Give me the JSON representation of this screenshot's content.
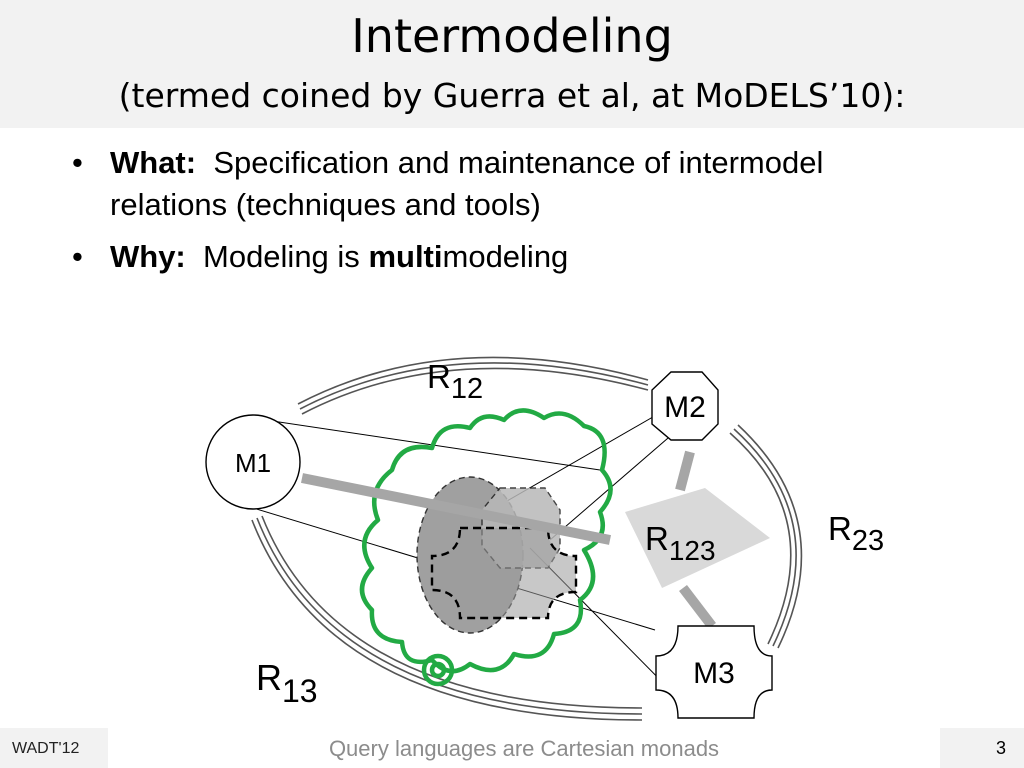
{
  "slide": {
    "title": "Intermodeling",
    "subtitle": "(termed coined by Guerra et al, at MoDELS’10):"
  },
  "bullets": [
    {
      "glyph": "•",
      "label": "What:",
      "line1": "Specification and maintenance of intermodel",
      "line2": "relations  (techniques and tools)"
    },
    {
      "glyph": "•",
      "label": "Why:",
      "text_before": "Modeling is",
      "bold_part": "multi",
      "text_after": "modeling"
    }
  ],
  "diagram": {
    "models": {
      "m1": "M1",
      "m2": "M2",
      "m3": "M3"
    },
    "relations": {
      "r12": {
        "base": "R",
        "sub": "12"
      },
      "r23": {
        "base": "R",
        "sub": "23"
      },
      "r13": {
        "base": "R",
        "sub": "13"
      },
      "r123": {
        "base": "R",
        "sub": "123"
      }
    },
    "colors": {
      "cloud": "#22aa44",
      "arc": "#555555",
      "link": "#a6a6a6",
      "diamond": "#d9d9d9"
    }
  },
  "footer": {
    "left": "WADT'12",
    "center": "Query languages are Cartesian monads",
    "page": "3"
  }
}
